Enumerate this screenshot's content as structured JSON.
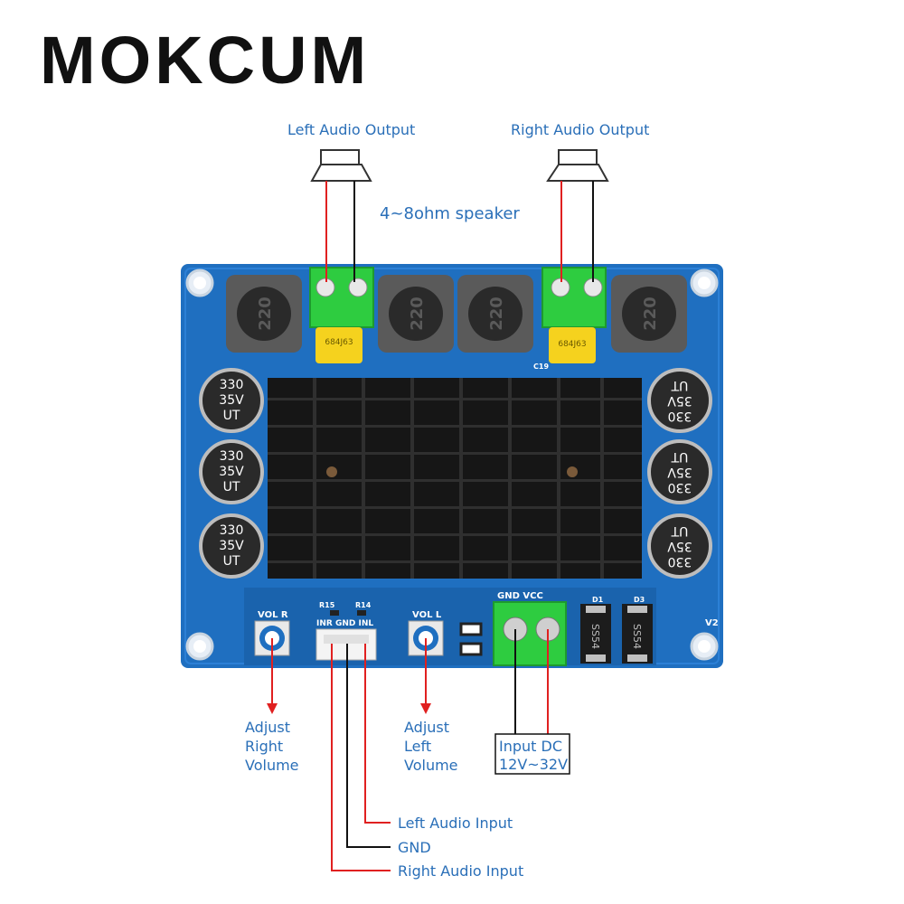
{
  "brand": "MOKCUM",
  "labels": {
    "left_output": "Left Audio Output",
    "right_output": "Right Audio Output",
    "speaker_note": "4~8ohm speaker",
    "adjust_right": "Adjust\nRight\nVolume",
    "adjust_left": "Adjust\nLeft\nVolume",
    "input_dc_line1": "Input DC",
    "input_dc_line2": "12V~32V",
    "left_audio_input": "Left Audio Input",
    "gnd": "GND",
    "right_audio_input": "Right Audio Input"
  },
  "board": {
    "inductor_marking": "220",
    "capacitor_lines": [
      "330",
      "35V",
      "UT"
    ],
    "film_cap_marking": "684J63",
    "diode_marking": "SS54",
    "silkscreen": {
      "vol_r": "VOL R",
      "vol_l": "VOL L",
      "input_header": "INR GND INL",
      "power_header": "GND  VCC",
      "r15": "R15",
      "r14": "R14",
      "d1": "D1",
      "d3": "D3",
      "version": "V2",
      "c19": "C19"
    }
  },
  "colors": {
    "pcb": "#1f6fc0",
    "pcb_dark": "#155a9e",
    "terminal": "#2ecc40",
    "film_cap": "#f5d21e",
    "heatsink": "#161616",
    "label_text": "#2a6fb8",
    "red_wire": "#e02020",
    "black_wire": "#111111"
  }
}
